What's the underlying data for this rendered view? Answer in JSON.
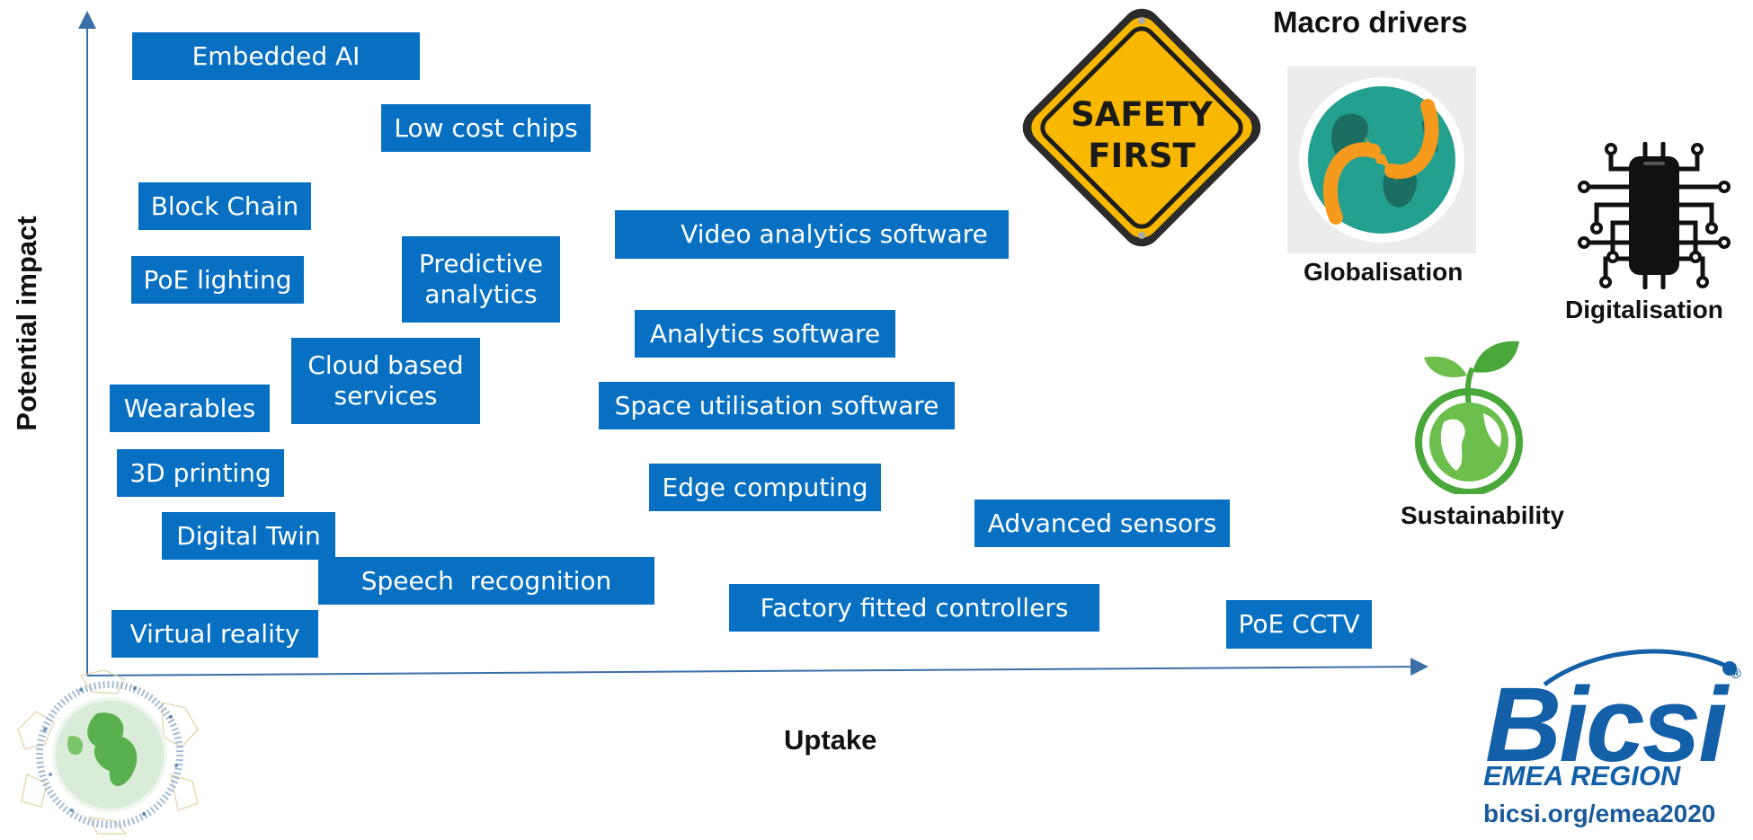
{
  "axes": {
    "y_label": "Potential impact",
    "x_label": "Uptake"
  },
  "technologies": [
    "Embedded AI",
    "Low cost chips",
    "Block Chain",
    "Video analytics software",
    "PoE lighting",
    "Predictive\nanalytics",
    "Analytics software",
    "Cloud based\nservices",
    "Wearables",
    "Space utilisation software",
    "3D printing",
    "Edge computing",
    "Digital Twin",
    "Advanced sensors",
    "Speech  recognition",
    "Factory fitted controllers",
    "Virtual reality",
    "PoE CCTV"
  ],
  "macro": {
    "title": "Macro drivers",
    "safety_sign": "SAFETY\nFIRST",
    "globalisation": "Globalisation",
    "digitalisation": "Digitalisation",
    "sustainability": "Sustainability"
  },
  "brand": {
    "name": "Bicsi",
    "region": "EMEA REGION",
    "url": "bicsi.org/emea2020",
    "registered_mark": "®",
    "color": "#1460a8"
  },
  "colors": {
    "chip": "#0870c2",
    "axis": "#3b6fa8",
    "sign": "#f9b800"
  },
  "icons": [
    "safety-sign-icon",
    "globe-arrows-icon",
    "circuit-phone-icon",
    "sprout-globe-icon",
    "network-globe-icon"
  ]
}
